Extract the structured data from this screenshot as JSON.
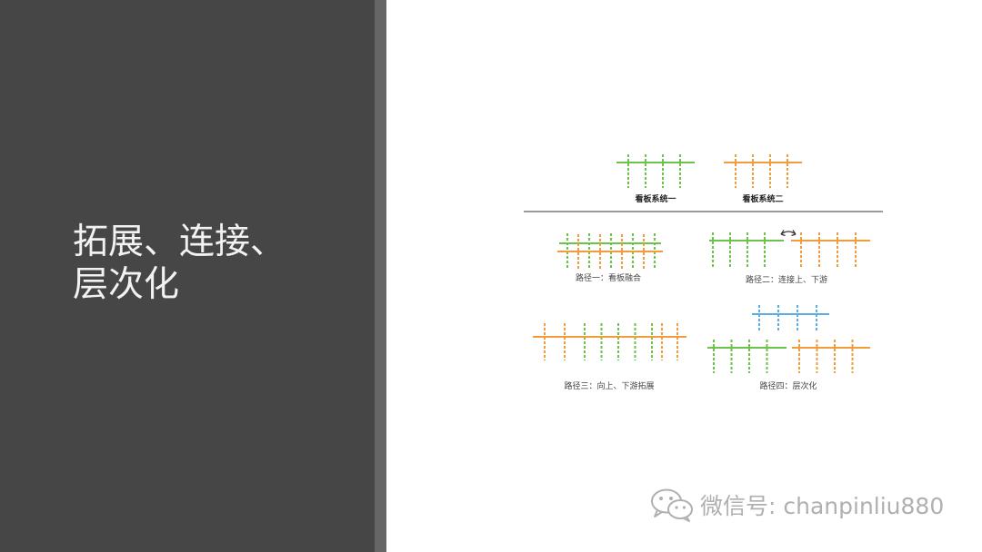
{
  "slide": {
    "title_lines": [
      "拓展、连接、",
      "层次化"
    ]
  },
  "colors": {
    "left_bg": "#464646",
    "divider": "#666666",
    "green": "#6cc24a",
    "orange": "#f39c3c",
    "blue": "#5dade2",
    "separator": "#9a9a9a",
    "label": "#444444",
    "watermark": "#b0b0b0"
  },
  "diagram": {
    "top": {
      "system_one": {
        "label": "看板系统一",
        "color": "green"
      },
      "system_two": {
        "label": "看板系统二",
        "color": "orange"
      }
    },
    "paths": [
      {
        "label": "路径一：看板融合"
      },
      {
        "label": "路径二：连接上、下游"
      },
      {
        "label": "路径三：向上、下游拓展"
      },
      {
        "label": "路径四：层次化"
      }
    ]
  },
  "watermark": {
    "icon": "wechat-icon",
    "text": "微信号: chanpinliu880"
  }
}
